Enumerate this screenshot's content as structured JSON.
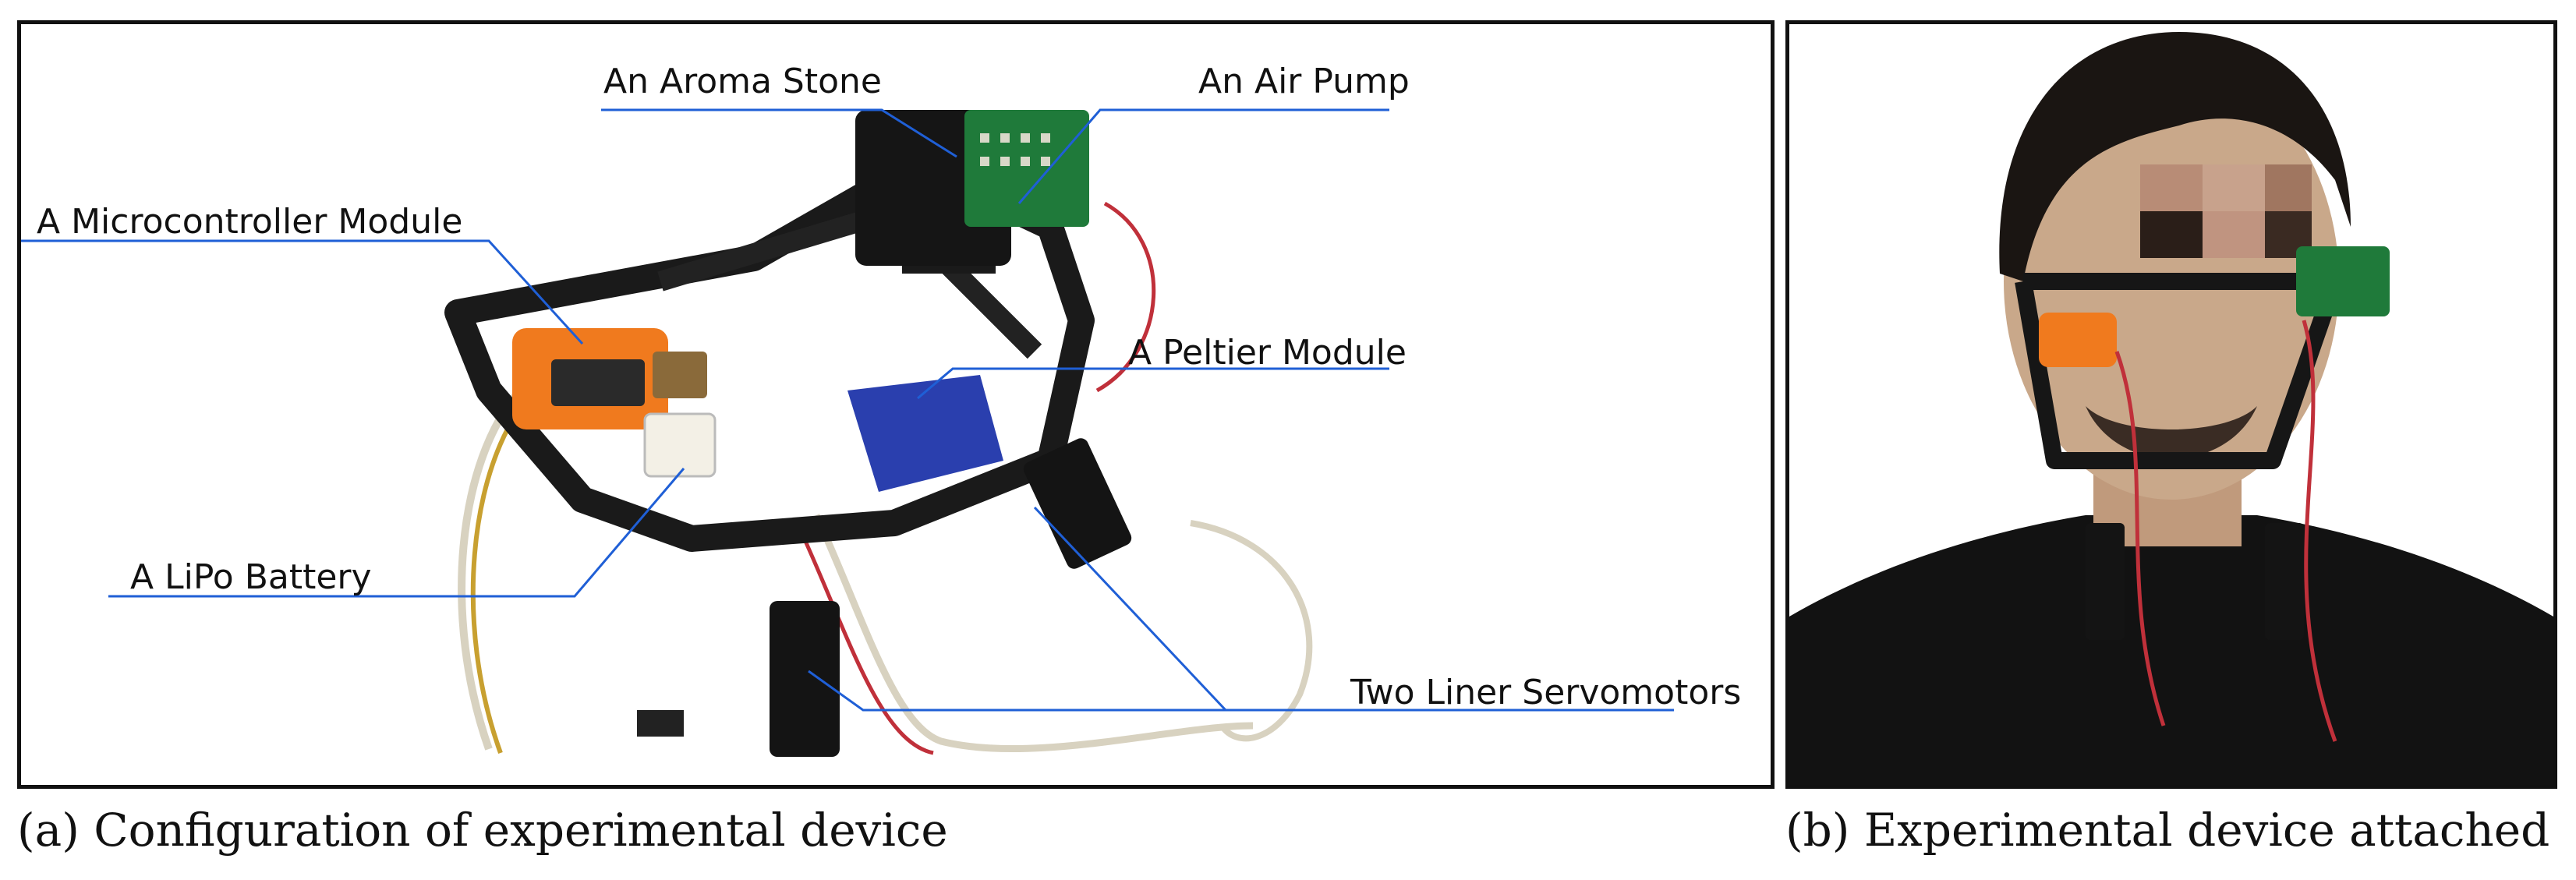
{
  "panel_a": {
    "caption": "(a) Configuration of experimental device",
    "labels": {
      "aroma_stone": "An Aroma Stone",
      "air_pump": "An Air Pump",
      "microcontroller": "A Microcontroller Module",
      "peltier": "A Peltier Module",
      "lipo_battery": "A LiPo Battery",
      "servomotors": "Two Liner Servomotors"
    },
    "colors": {
      "leader_line": "#1f5fd6",
      "frame": "#1a1a1a",
      "controller": "#f07a1e",
      "peltier": "#2a3fae",
      "pcb": "#1f7a3a"
    }
  },
  "panel_b": {
    "caption": "(b) Experimental device attached",
    "colors": {
      "skin": "#c9a88a",
      "hair": "#1a1512",
      "shirt": "#121212",
      "face_blur": "#b88c76"
    }
  }
}
